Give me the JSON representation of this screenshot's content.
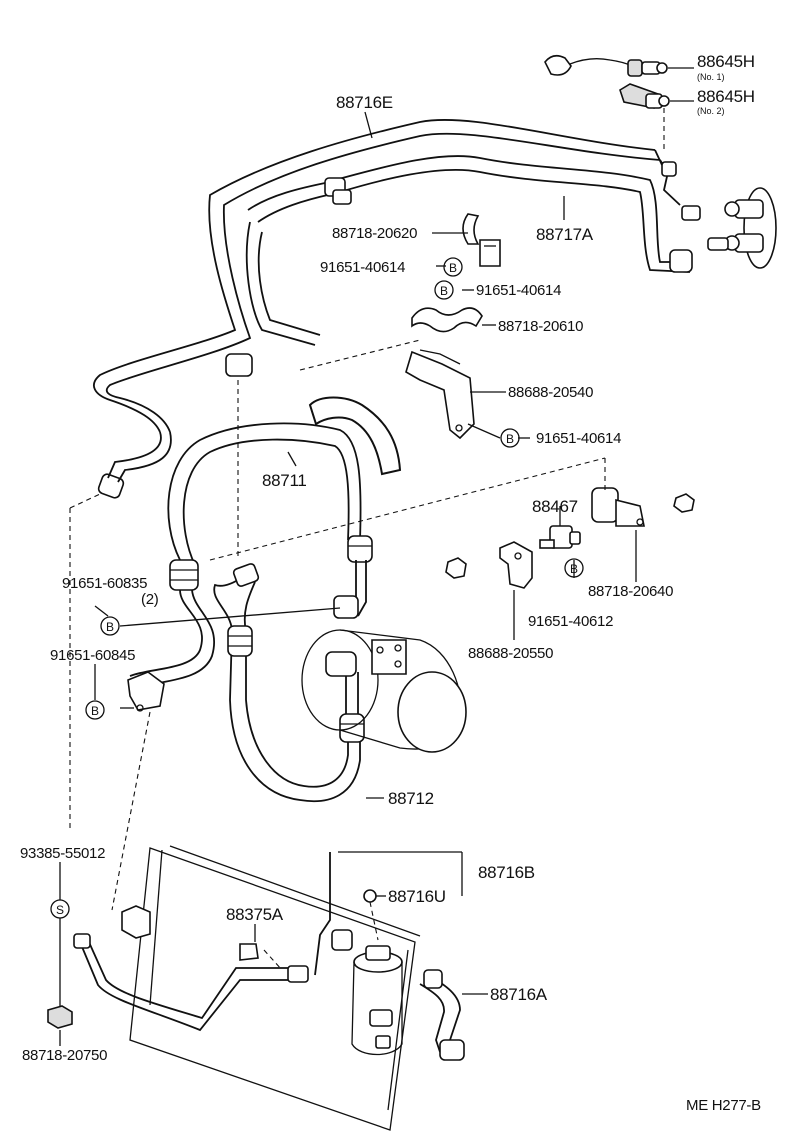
{
  "diagram": {
    "footer_code": "ME  H277-B",
    "circle_marks": {
      "bolt": "B",
      "screw": "S"
    },
    "labels": {
      "p_88645H_1": "88645H",
      "p_88645H_1_note": "(No. 1)",
      "p_88645H_2": "88645H",
      "p_88645H_2_note": "(No. 2)",
      "p_88716E": "88716E",
      "p_88718_20620": "88718-20620",
      "p_88717A": "88717A",
      "p_91651_40614_a": "91651-40614",
      "p_91651_40614_b": "91651-40614",
      "p_88718_20610": "88718-20610",
      "p_88688_20540": "88688-20540",
      "p_91651_40614_c": "91651-40614",
      "p_88711": "88711",
      "p_88467": "88467",
      "p_91651_60835": "91651-60835",
      "p_91651_60835_qty": "(2)",
      "p_88718_20640": "88718-20640",
      "p_91651_40612": "91651-40612",
      "p_91651_60845": "91651-60845",
      "p_88688_20550": "88688-20550",
      "p_88712": "88712",
      "p_93385_55012": "93385-55012",
      "p_88716B": "88716B",
      "p_88716U": "88716U",
      "p_88375A": "88375A",
      "p_88716A": "88716A",
      "p_88718_20750": "88718-20750"
    }
  }
}
